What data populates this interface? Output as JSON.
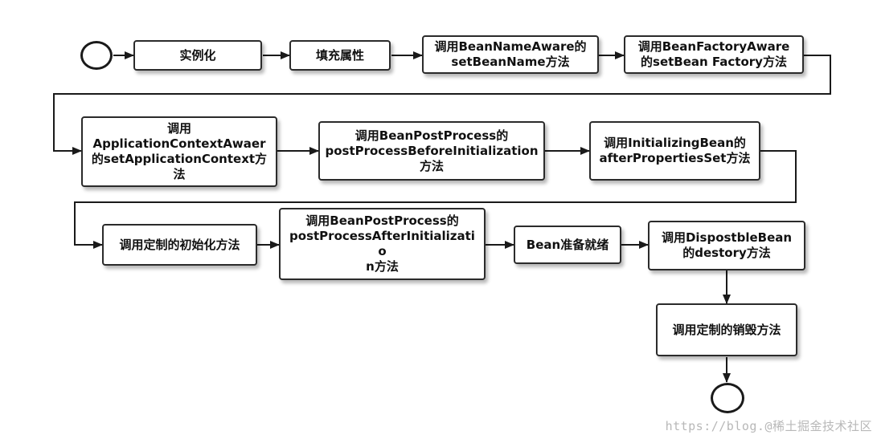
{
  "nodes": {
    "instantiate": "实例化",
    "populate": "填充属性",
    "bean_name_aware": "调用BeanNameAware的\nsetBeanName方法",
    "bean_factory_aware": "调用BeanFactoryAware\n的setBean Factory方法",
    "app_context_aware": "调用\nApplicationContextAwaer\n的setApplicationContext方\n法",
    "post_before": "调用BeanPostProcess的\npostProcessBeforeInitialization\n方法",
    "initializing_bean": "调用InitializingBean的\nafterPropertiesSet方法",
    "custom_init": "调用定制的初始化方法",
    "post_after": "调用BeanPostProcess的\npostProcessAfterInitializatio\nn方法",
    "bean_ready": "Bean准备就绪",
    "disposable_bean": "调用DispostbleBean\n的destory方法",
    "custom_destroy": "调用定制的销毁方法"
  },
  "watermark": "https://blog.@稀土掘金技术社区"
}
